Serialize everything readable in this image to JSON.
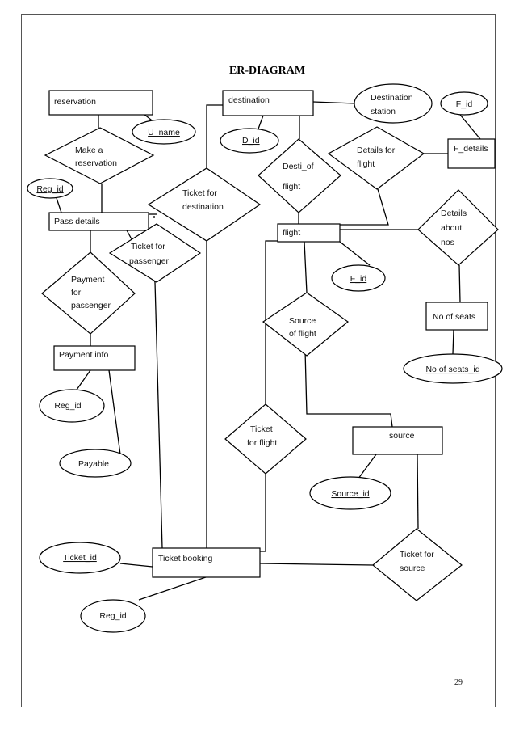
{
  "title": "ER-DIAGRAM",
  "page_number": "29",
  "entities": {
    "reservation": "reservation",
    "destination": "destination",
    "f_details": "F_details",
    "pass_details": "Pass details",
    "flight": "flight",
    "no_of_seats": "No of seats",
    "payment_info": "Payment info",
    "source": "source",
    "ticket_booking": "Ticket booking"
  },
  "attributes": {
    "u_name": "U_name",
    "destination_station": [
      "Destination",
      "station"
    ],
    "f_id_top": "F_id",
    "d_id": "D_id",
    "reg_id_top": "Reg_id",
    "f_id_mid": "F_id",
    "no_of_seats_id": "No of seats_id",
    "reg_id_mid": "Reg_id",
    "payable": "Payable",
    "source_id": "Source_id",
    "ticket_id": "Ticket_id",
    "reg_id_bottom": "Reg_id"
  },
  "relationships": {
    "make_reservation": [
      "Make a",
      "reservation"
    ],
    "desti_of_flight": [
      "Desti_of",
      "flight"
    ],
    "details_for_flight": [
      "Details for",
      "flight"
    ],
    "ticket_for_destination": [
      "Ticket for",
      "destination"
    ],
    "details_about_nos": [
      "Details",
      "about",
      "nos"
    ],
    "ticket_for_passenger": [
      "Ticket for",
      "passenger"
    ],
    "payment_for_passenger": [
      "Payment",
      "for",
      "passenger"
    ],
    "source_of_flight": [
      "Source",
      "of flight"
    ],
    "ticket_for_flight": [
      "Ticket",
      "for flight"
    ],
    "ticket_for_source": [
      "Ticket for",
      "source"
    ]
  }
}
